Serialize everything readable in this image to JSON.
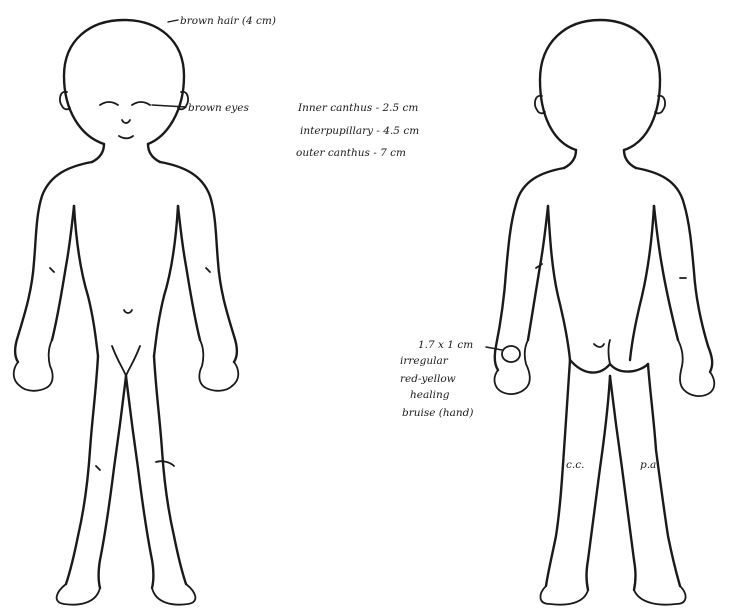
{
  "annotations": {
    "hair": "brown hair (4 cm)",
    "eyes": "brown eyes",
    "canthus_inner": "Inner canthus - 2.5 cm",
    "interpupillary": "interpupillary - 4.5 cm",
    "canthus_outer": "outer canthus - 7 cm",
    "bruise_size": "1.7 x 1 cm",
    "bruise_shape": "irregular",
    "bruise_color": "red-yellow",
    "bruise_state": "healing",
    "bruise_type": "bruise (hand)",
    "leg_mark_left": "c.c.",
    "leg_mark_right": "p.a."
  }
}
